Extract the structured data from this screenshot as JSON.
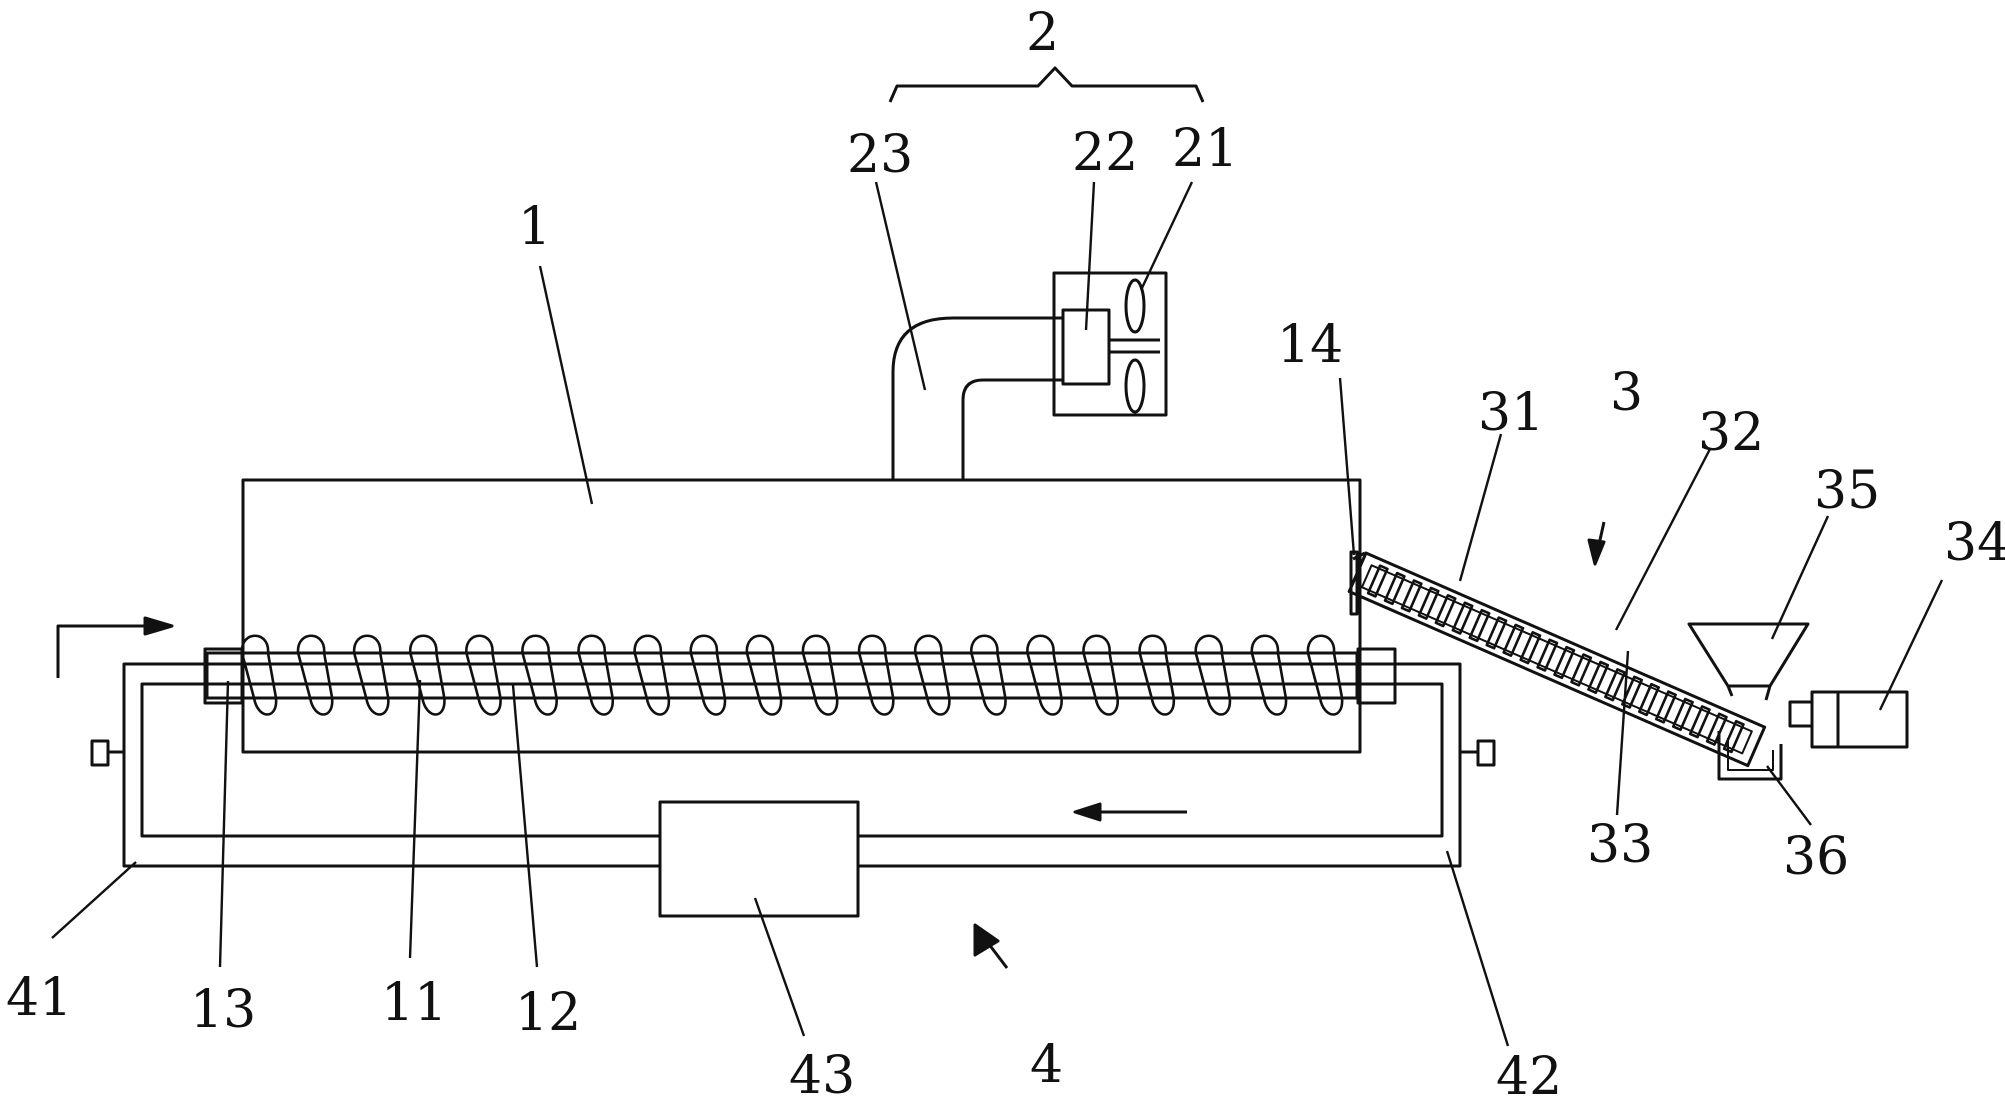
{
  "labels": {
    "n1": "1",
    "n2": "2",
    "n3": "3",
    "n4": "4",
    "n11": "11",
    "n12": "12",
    "n13": "13",
    "n14": "14",
    "n21": "21",
    "n22": "22",
    "n23": "23",
    "n31": "31",
    "n32": "32",
    "n33": "33",
    "n34": "34",
    "n35": "35",
    "n36": "36",
    "n41": "41",
    "n42": "42",
    "n43": "43"
  },
  "colors": {
    "line": "#111111",
    "background": "#ffffff"
  },
  "auger_turns": 20
}
